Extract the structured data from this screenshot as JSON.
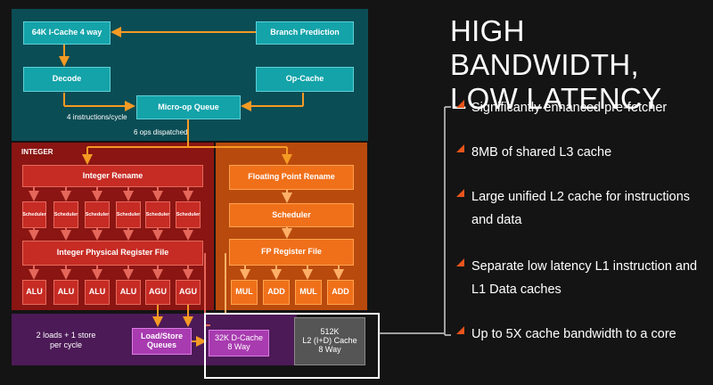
{
  "diagram": {
    "frontend": {
      "icache": "64K I-Cache 4 way",
      "branch_prediction": "Branch Prediction",
      "decode": "Decode",
      "op_cache": "Op-Cache",
      "micro_op_queue": "Micro-op Queue",
      "instructions_per_cycle": "4 instructions/cycle",
      "ops_dispatched": "6 ops dispatched"
    },
    "integer": {
      "title": "INTEGER",
      "rename": "Integer Rename",
      "schedulers": [
        "Scheduler",
        "Scheduler",
        "Scheduler",
        "Scheduler",
        "Scheduler",
        "Scheduler"
      ],
      "register_file": "Integer Physical Register File",
      "units": [
        "ALU",
        "ALU",
        "ALU",
        "ALU",
        "AGU",
        "AGU"
      ]
    },
    "floating_point": {
      "rename": "Floating Point Rename",
      "scheduler": "Scheduler",
      "register_file": "FP Register File",
      "units": [
        "MUL",
        "ADD",
        "MUL",
        "ADD"
      ]
    },
    "memory": {
      "loads_stores_line1": "2 loads + 1 store",
      "loads_stores_line2": "per cycle",
      "lsq_line1": "Load/Store",
      "lsq_line2": "Queues",
      "dcache_line1": "32K D-Cache",
      "dcache_line2": "8 Way",
      "l2_line1": "512K",
      "l2_line2": "L2 (I+D) Cache",
      "l2_line3": "8 Way"
    }
  },
  "heading": {
    "line1": "HIGH BANDWIDTH,",
    "line2": "LOW LATENCY"
  },
  "bullets": [
    "Significantly enhanced pre-fetcher",
    "8MB of shared L3 cache",
    "Large unified L2 cache for instructions and data",
    "Separate low latency  L1 instruction and L1 Data caches",
    "Up to 5X cache bandwidth to a core"
  ],
  "colors": {
    "frontend_bg": "#0b4d55",
    "teal_box": "#13a3a9",
    "integer_bg": "#8a1512",
    "red_box": "#c62b24",
    "fp_bg": "#b94a0d",
    "orange_box": "#f0701a",
    "memory_bg": "#4c1a57",
    "purple_box": "#a83bb0",
    "l2_box": "#555555",
    "accent": "#e8541c"
  }
}
